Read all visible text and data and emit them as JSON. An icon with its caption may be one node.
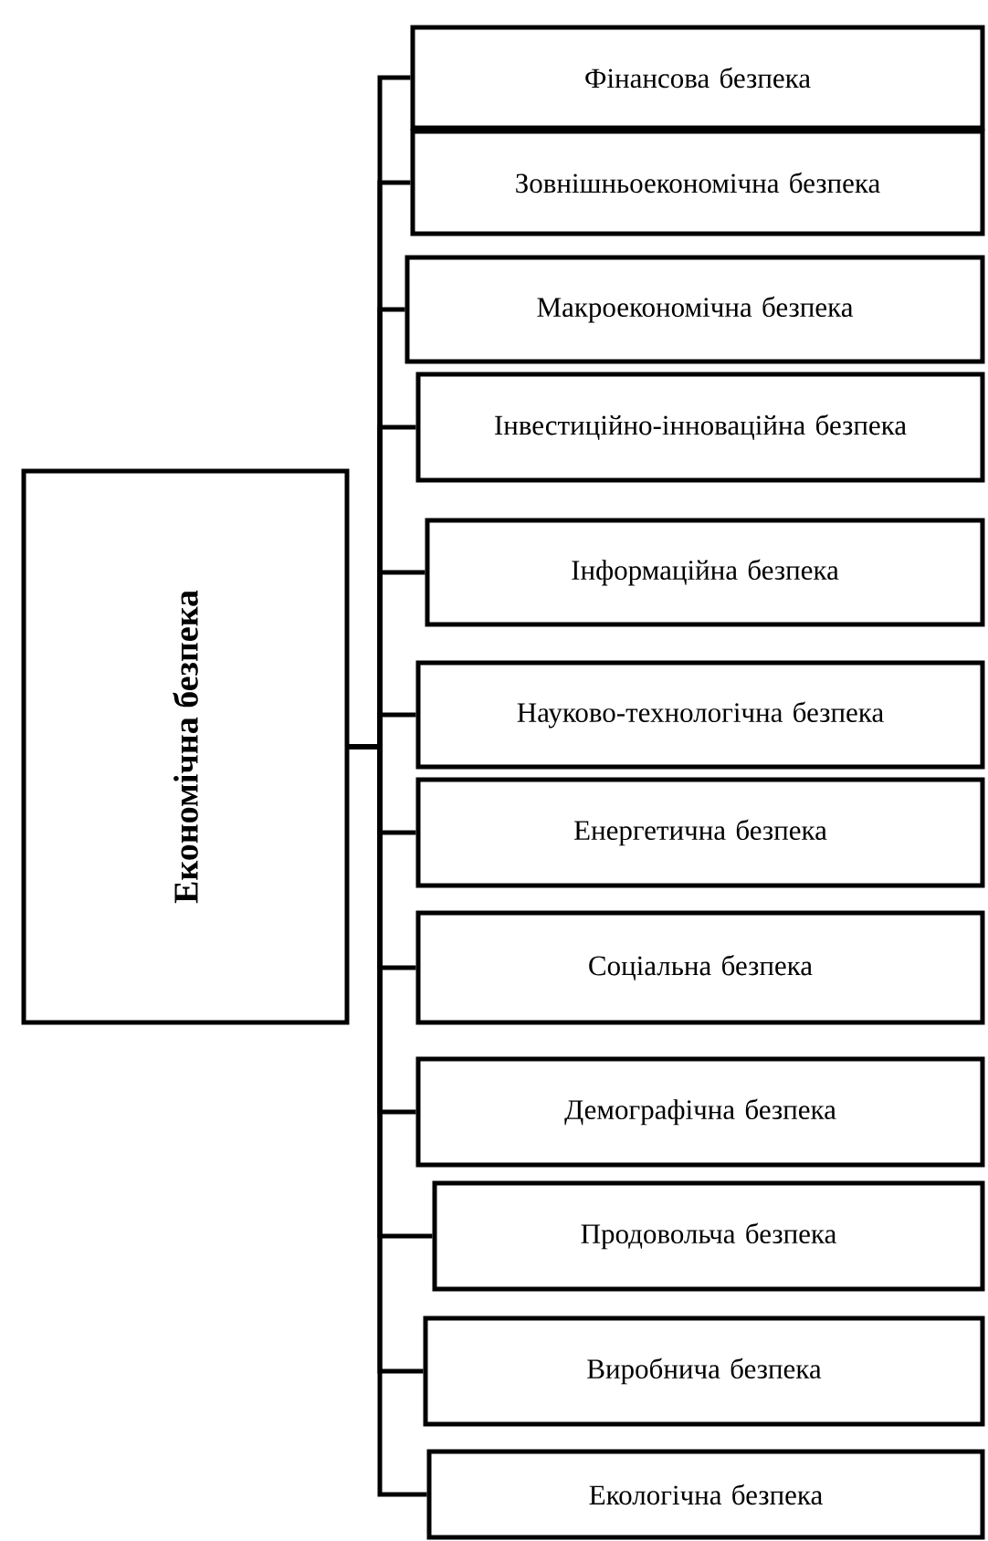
{
  "diagram": {
    "nodes": [
      {
        "text": [
          "Економічна безпека"
        ]
      },
      {
        "text": [
          "Фінансова безпека"
        ]
      },
      {
        "text": [
          "Зовнішньоекономічна безпека"
        ]
      },
      {
        "text": [
          "Макроекономічна безпека"
        ]
      },
      {
        "text": [
          "Інвестиційно-інноваційна безпека"
        ]
      },
      {
        "text": [
          "Інформаційна безпека"
        ]
      },
      {
        "text": [
          "Науково-технологічна безпека"
        ]
      },
      {
        "text": [
          "Енергетична безпека"
        ]
      },
      {
        "text": [
          "Соціальна безпека"
        ]
      },
      {
        "text": [
          "Демографічна безпека"
        ]
      },
      {
        "text": [
          "Продовольча безпека"
        ]
      },
      {
        "text": [
          "Виробнича безпека"
        ]
      },
      {
        "text": [
          "Екологічна безпека"
        ]
      }
    ],
    "edges": [
      {
        "from": 0,
        "to": 1,
        "arrow": "none"
      },
      {
        "from": 0,
        "to": 2,
        "arrow": "none"
      },
      {
        "from": 0,
        "to": 3,
        "arrow": "none"
      },
      {
        "from": 0,
        "to": 4,
        "arrow": "none"
      },
      {
        "from": 0,
        "to": 5,
        "arrow": "none"
      },
      {
        "from": 0,
        "to": 6,
        "arrow": "none"
      },
      {
        "from": 0,
        "to": 7,
        "arrow": "none"
      },
      {
        "from": 0,
        "to": 8,
        "arrow": "none"
      },
      {
        "from": 0,
        "to": 9,
        "arrow": "none"
      },
      {
        "from": 0,
        "to": 10,
        "arrow": "none"
      },
      {
        "from": 0,
        "to": 11,
        "arrow": "none"
      },
      {
        "from": 0,
        "to": 12,
        "arrow": "none"
      }
    ]
  }
}
